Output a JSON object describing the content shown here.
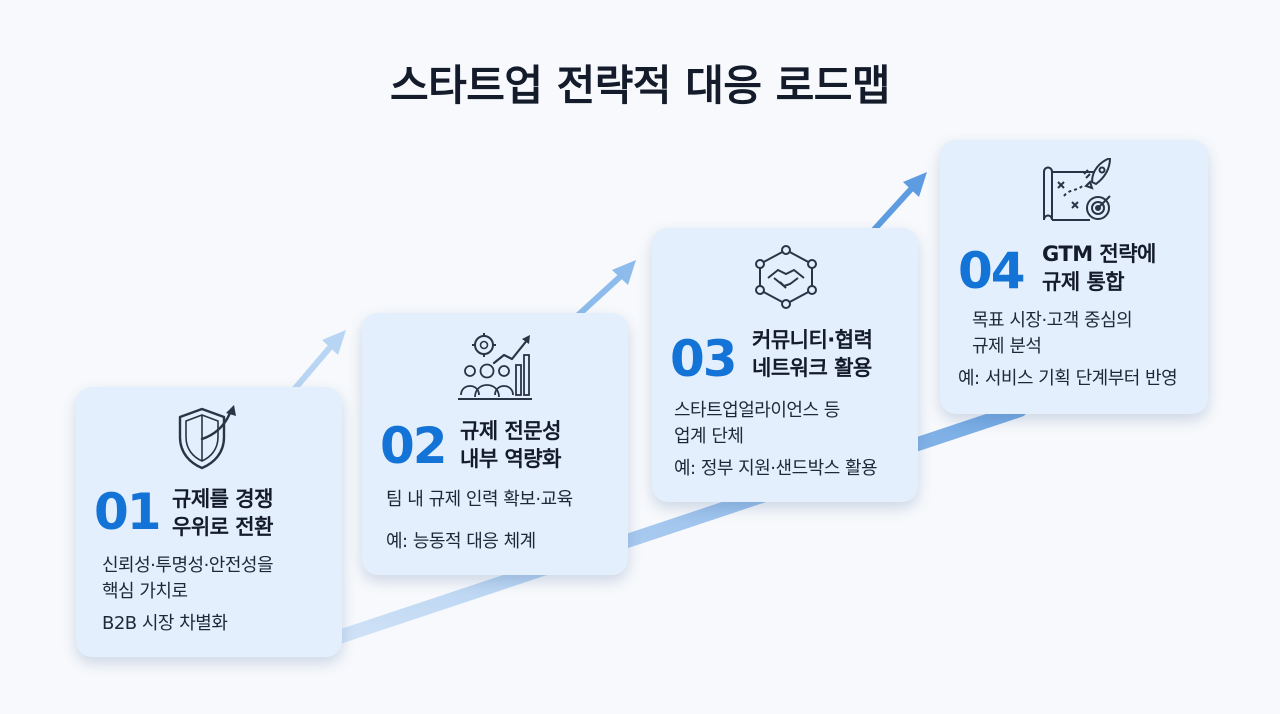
{
  "title": "스타트업 전략적 대응 로드맵",
  "colors": {
    "accent": "#1473d6",
    "card_bg": "#e3effc",
    "arrow": "#7aaee6",
    "icon_stroke": "#2a3444"
  },
  "steps": [
    {
      "number": "01",
      "heading": [
        "규제를 경쟁",
        "우위로 전환"
      ],
      "lines": [
        "신뢰성·투명성·안전성을",
        "핵심 가치로",
        "B2B 시장 차별화"
      ],
      "icon": "shield-arrow-icon"
    },
    {
      "number": "02",
      "heading": [
        "규제 전문성",
        "내부 역량화"
      ],
      "lines": [
        "팀 내 규제 인력 확보·교육",
        "예: 능동적 대응 체계"
      ],
      "icon": "team-growth-icon"
    },
    {
      "number": "03",
      "heading": [
        "커뮤니티·협력",
        "네트워크 활용"
      ],
      "lines": [
        "스타트업얼라이언스 등",
        "업계 단체",
        "예: 정부 지원·샌드박스 활용"
      ],
      "icon": "handshake-network-icon"
    },
    {
      "number": "04",
      "heading": [
        "GTM 전략에",
        "규제 통합"
      ],
      "lines": [
        "목표 시장·고객 중심의",
        "규제 분석",
        "예: 서비스 기획 단계부터 반영"
      ],
      "icon": "map-rocket-target-icon"
    }
  ]
}
